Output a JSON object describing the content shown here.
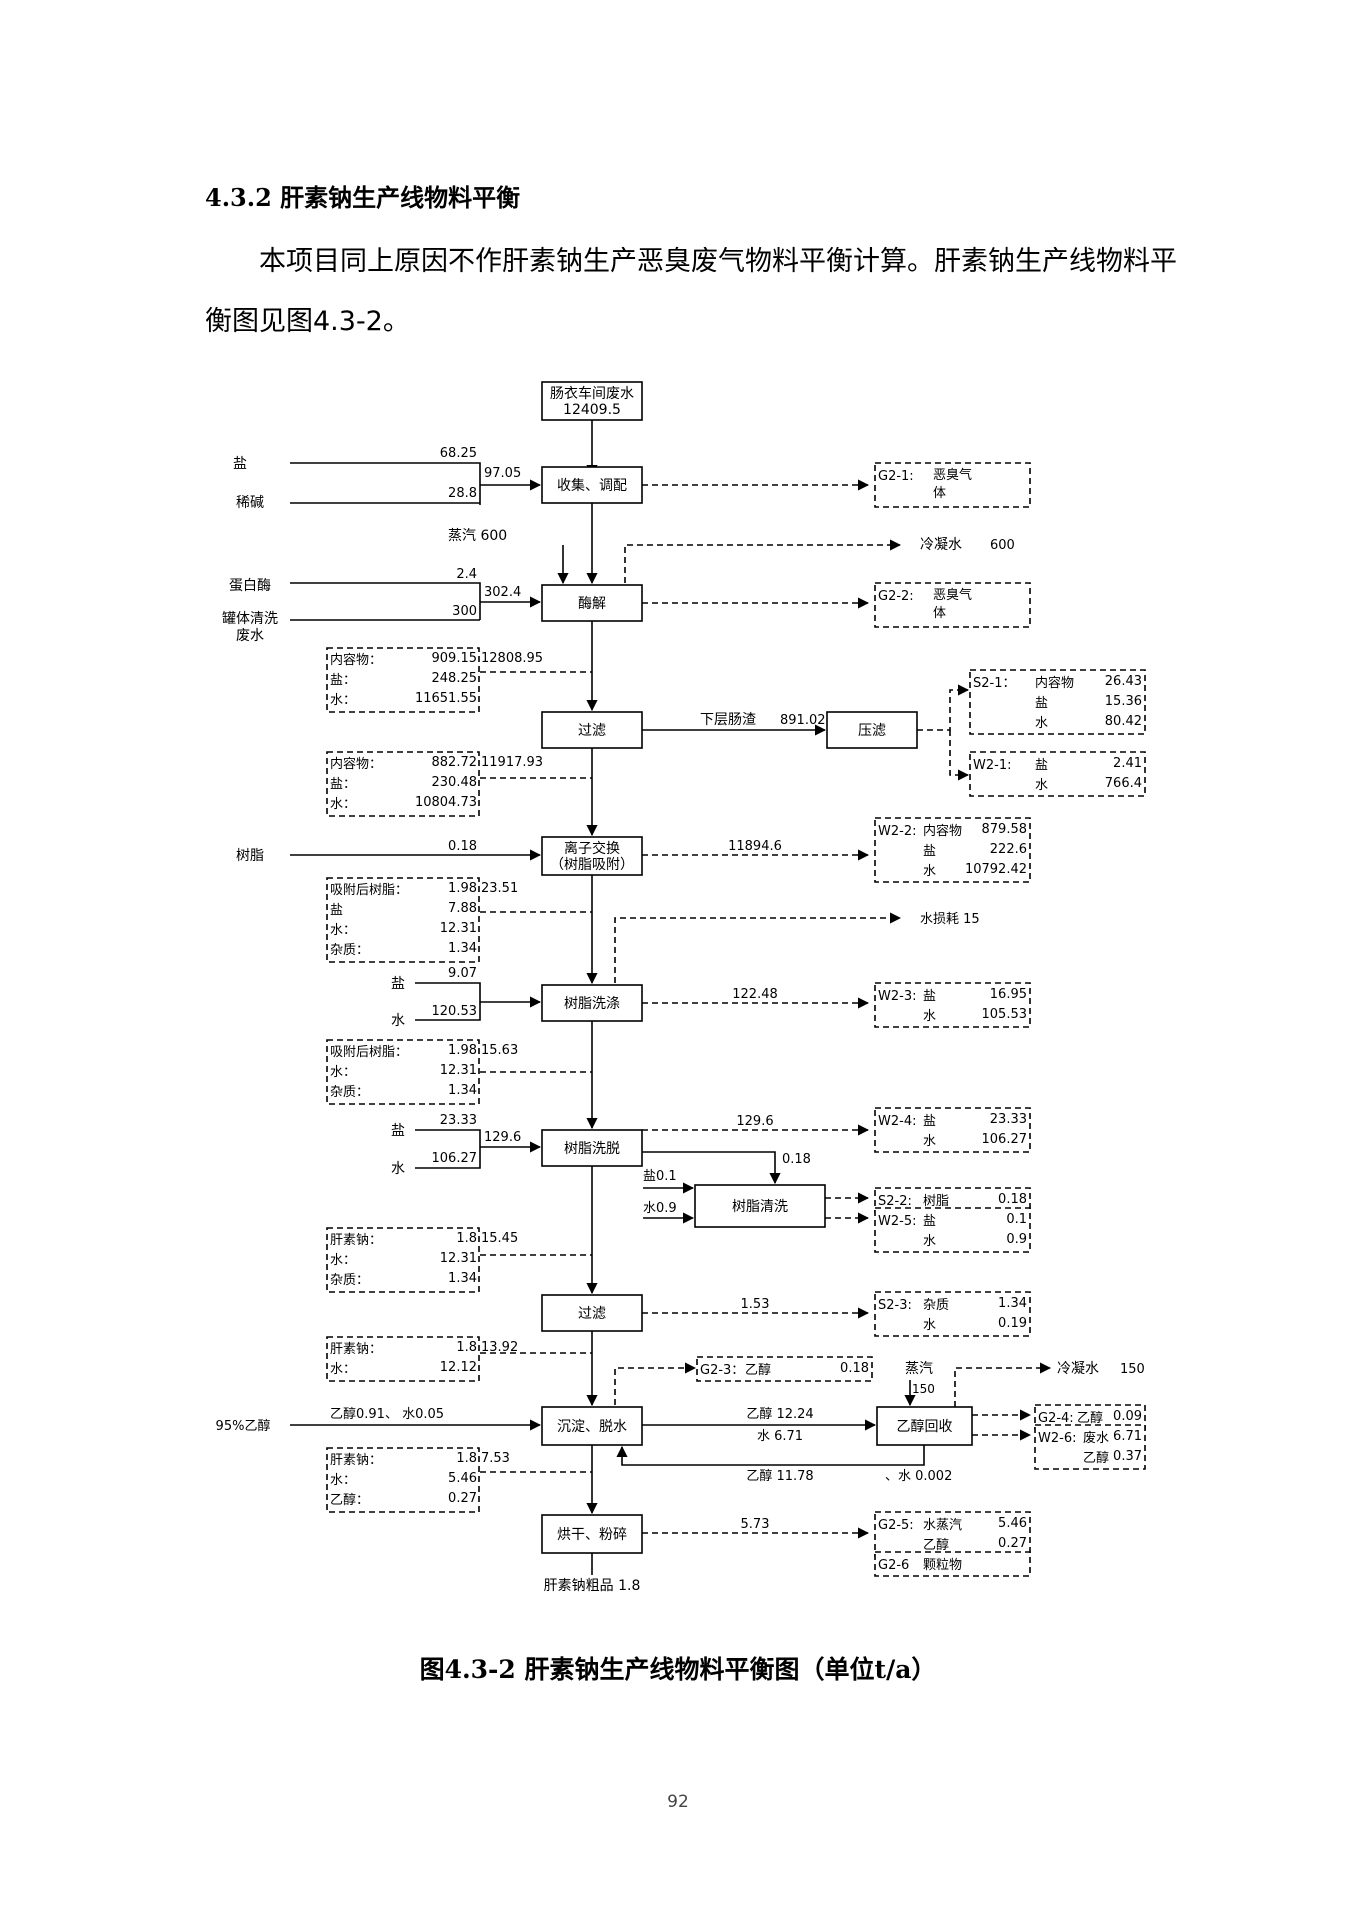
{
  "section_title": "4.3.2  肝素钠生产线物料平衡",
  "paragraph": "本项目同上原因不作肝素钠生产恶臭废气物料平衡计算。肝素钠生产线物料平衡图见图4.3-2。",
  "caption": "图4.3-2    肝素钠生产线物料平衡图（单位t/a）",
  "page_number": "92",
  "diagram": {
    "process_boxes": {
      "source": [
        "肠衣车间废水",
        "12409.5"
      ],
      "collect": "收集、调配",
      "enzyme": "酶解",
      "filter1": "过滤",
      "press": "压滤",
      "ion": [
        "离子交换",
        "（树脂吸附）"
      ],
      "wash": "树脂洗涤",
      "elute": "树脂洗脱",
      "clean": "树脂清洗",
      "filter2": "过滤",
      "precip": "沉淀、脱水",
      "recover": "乙醇回收",
      "dry": "烘干、粉碎"
    },
    "labels": {
      "salt": "盐",
      "alkali": "稀碱",
      "v_68": "68.25",
      "v_28": "28.8",
      "v_97": "97.05",
      "steam600": "蒸汽 600",
      "condense600": "冷凝水",
      "v600": "600",
      "protease": "蛋白酶",
      "tank_wash": "罐体清洗",
      "tank_wash2": "废水",
      "v_2_4": "2.4",
      "v_300": "300",
      "v_302": "302.4",
      "lower_residue": "下层肠渣",
      "v_891": "891.02",
      "resin": "树脂",
      "v_018a": "0.18",
      "v_11894": "11894.6",
      "water_loss": "水损耗 15",
      "salt2": "盐",
      "water2": "水",
      "v_9_07": "9.07",
      "v_120": "120.53",
      "v_122": "122.48",
      "salt3": "盐",
      "water3": "水",
      "v_23_33": "23.33",
      "v_106": "106.27",
      "v_129": "129.6",
      "v_129b": "129.6",
      "v_018b": "0.18",
      "salt_small": "盐0.1",
      "water_small": "水0.9",
      "v_1_53": "1.53",
      "ethanol95": "95%乙醇",
      "eth_in": "乙醇0.91、   水0.05",
      "eth_out1": "乙醇 12.24",
      "eth_out2": "水 6.71",
      "eth_ret": "乙醇 11.78",
      "eth_ret2": "、水 0.002",
      "steam_r": "蒸汽",
      "steam_r2": "150",
      "condense_r": "冷凝水",
      "v150": "150",
      "v_5_73": "5.73",
      "product": "肝素钠粗品 1.8"
    },
    "stream_tables": [
      {
        "rows": [
          [
            "内容物：",
            "909.15"
          ],
          [
            "盐：",
            "248.25"
          ],
          [
            "水：",
            "11651.55"
          ]
        ],
        "total": "12808.95"
      },
      {
        "rows": [
          [
            "内容物：",
            "882.72"
          ],
          [
            "盐：",
            "230.48"
          ],
          [
            "水：",
            "10804.73"
          ]
        ],
        "total": "11917.93"
      },
      {
        "rows": [
          [
            "吸附后树脂：",
            "1.98"
          ],
          [
            "盐",
            "7.88"
          ],
          [
            "水：",
            "12.31"
          ],
          [
            "杂质：",
            "1.34"
          ]
        ],
        "total": "23.51"
      },
      {
        "rows": [
          [
            "吸附后树脂：",
            "1.98"
          ],
          [
            "水：",
            "12.31"
          ],
          [
            "杂质：",
            "1.34"
          ]
        ],
        "total": "15.63"
      },
      {
        "rows": [
          [
            "肝素钠：",
            "1.8"
          ],
          [
            "水：",
            "12.31"
          ],
          [
            "杂质：",
            "1.34"
          ]
        ],
        "total": "15.45"
      },
      {
        "rows": [
          [
            "肝素钠：",
            "1.8"
          ],
          [
            "水：",
            "12.12"
          ]
        ],
        "total": "13.92"
      },
      {
        "rows": [
          [
            "肝素钠：",
            "1.8"
          ],
          [
            "水：",
            "5.46"
          ],
          [
            "乙醇：",
            "0.27"
          ]
        ],
        "total": "7.53"
      }
    ],
    "emission_boxes": [
      {
        "code": "G2-1:",
        "lines": [
          "恶臭气",
          "体"
        ]
      },
      {
        "code": "G2-2:",
        "lines": [
          "恶臭气",
          "体"
        ]
      },
      {
        "code": "S2-1：",
        "rows": [
          [
            "内容物",
            "26.43"
          ],
          [
            "盐",
            "15.36"
          ],
          [
            "水",
            "80.42"
          ]
        ]
      },
      {
        "code": "W2-1:",
        "rows": [
          [
            "盐",
            "2.41"
          ],
          [
            "水",
            "766.4"
          ]
        ]
      },
      {
        "code": "W2-2:",
        "rows": [
          [
            "内容物",
            "879.58"
          ],
          [
            "盐",
            "222.6"
          ],
          [
            "水",
            "10792.42"
          ]
        ]
      },
      {
        "code": "W2-3:",
        "rows": [
          [
            "盐",
            "16.95"
          ],
          [
            "水",
            "105.53"
          ]
        ]
      },
      {
        "code": "W2-4:",
        "rows": [
          [
            "盐",
            "23.33"
          ],
          [
            "水",
            "106.27"
          ]
        ]
      },
      {
        "code": "S2-2:",
        "rows": [
          [
            "树脂",
            "0.18"
          ]
        ]
      },
      {
        "code": "W2-5:",
        "rows": [
          [
            "盐",
            "0.1"
          ],
          [
            "水",
            "0.9"
          ]
        ]
      },
      {
        "code": "S2-3:",
        "rows": [
          [
            "杂质",
            "1.34"
          ],
          [
            "水",
            "0.19"
          ]
        ]
      },
      {
        "code": "G2-3：",
        "rows": [
          [
            "乙醇",
            "0.18"
          ]
        ]
      },
      {
        "code": "G2-4:",
        "rows": [
          [
            "乙醇",
            "0.09"
          ]
        ]
      },
      {
        "code": "W2-6:",
        "rows": [
          [
            "废水",
            "6.71"
          ],
          [
            "乙醇",
            "0.37"
          ]
        ]
      },
      {
        "code": "G2-5:",
        "rows": [
          [
            "水蒸汽",
            "5.46"
          ],
          [
            "乙醇",
            "0.27"
          ]
        ]
      },
      {
        "code": "G2-6",
        "rows": [
          [
            "颗粒物",
            ""
          ]
        ]
      }
    ]
  }
}
